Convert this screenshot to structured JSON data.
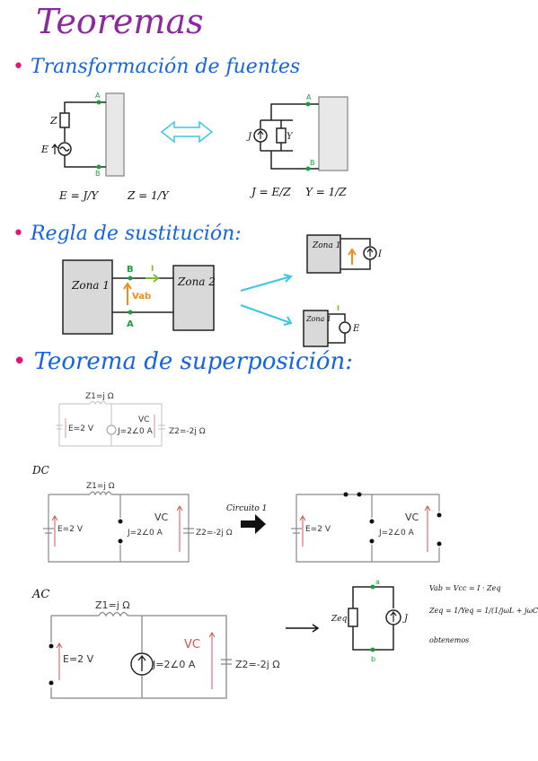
{
  "title": "Teoremas",
  "sections": {
    "source_transform": {
      "heading": "Transformación de fuentes",
      "labels": {
        "z": "Z",
        "e": "E",
        "a": "A",
        "b": "B",
        "j": "J",
        "y": "Y"
      },
      "formula_left_1": "E = J/Y",
      "formula_left_2": "Z = 1/Y",
      "formula_right_1": "J = E/Z",
      "formula_right_2": "Y = 1/Z"
    },
    "substitution": {
      "heading": "Regla de sustitución:",
      "zona1": "Zona 1",
      "zona2": "Zona 2",
      "vab": "Vab",
      "node_a": "A",
      "node_b": "B",
      "current": "I",
      "result_top_zona": "Zona 1",
      "result_top_source": "I",
      "result_bottom_zona": "Zona 1",
      "result_bottom_source": "E",
      "result_bottom_current": "I"
    },
    "superposition": {
      "heading": "Teorema de superposición:",
      "z1": "Z1=j Ω",
      "e": "E=2 V",
      "j": "J=2∠0 A",
      "z2": "Z2=-2j Ω",
      "vc": "VC",
      "dc_label": "DC",
      "ac_label": "AC",
      "circuito": "Circuito 1",
      "eq1": "Vab = Vcc = I · Zeq",
      "eq2": "Zeq = 1/Yeq = 1/(1/jωL + jωC)",
      "obtenemos": "obtenemos",
      "zeq": "Zeq",
      "j_small": "J",
      "node_a": "a",
      "node_b": "b"
    }
  }
}
